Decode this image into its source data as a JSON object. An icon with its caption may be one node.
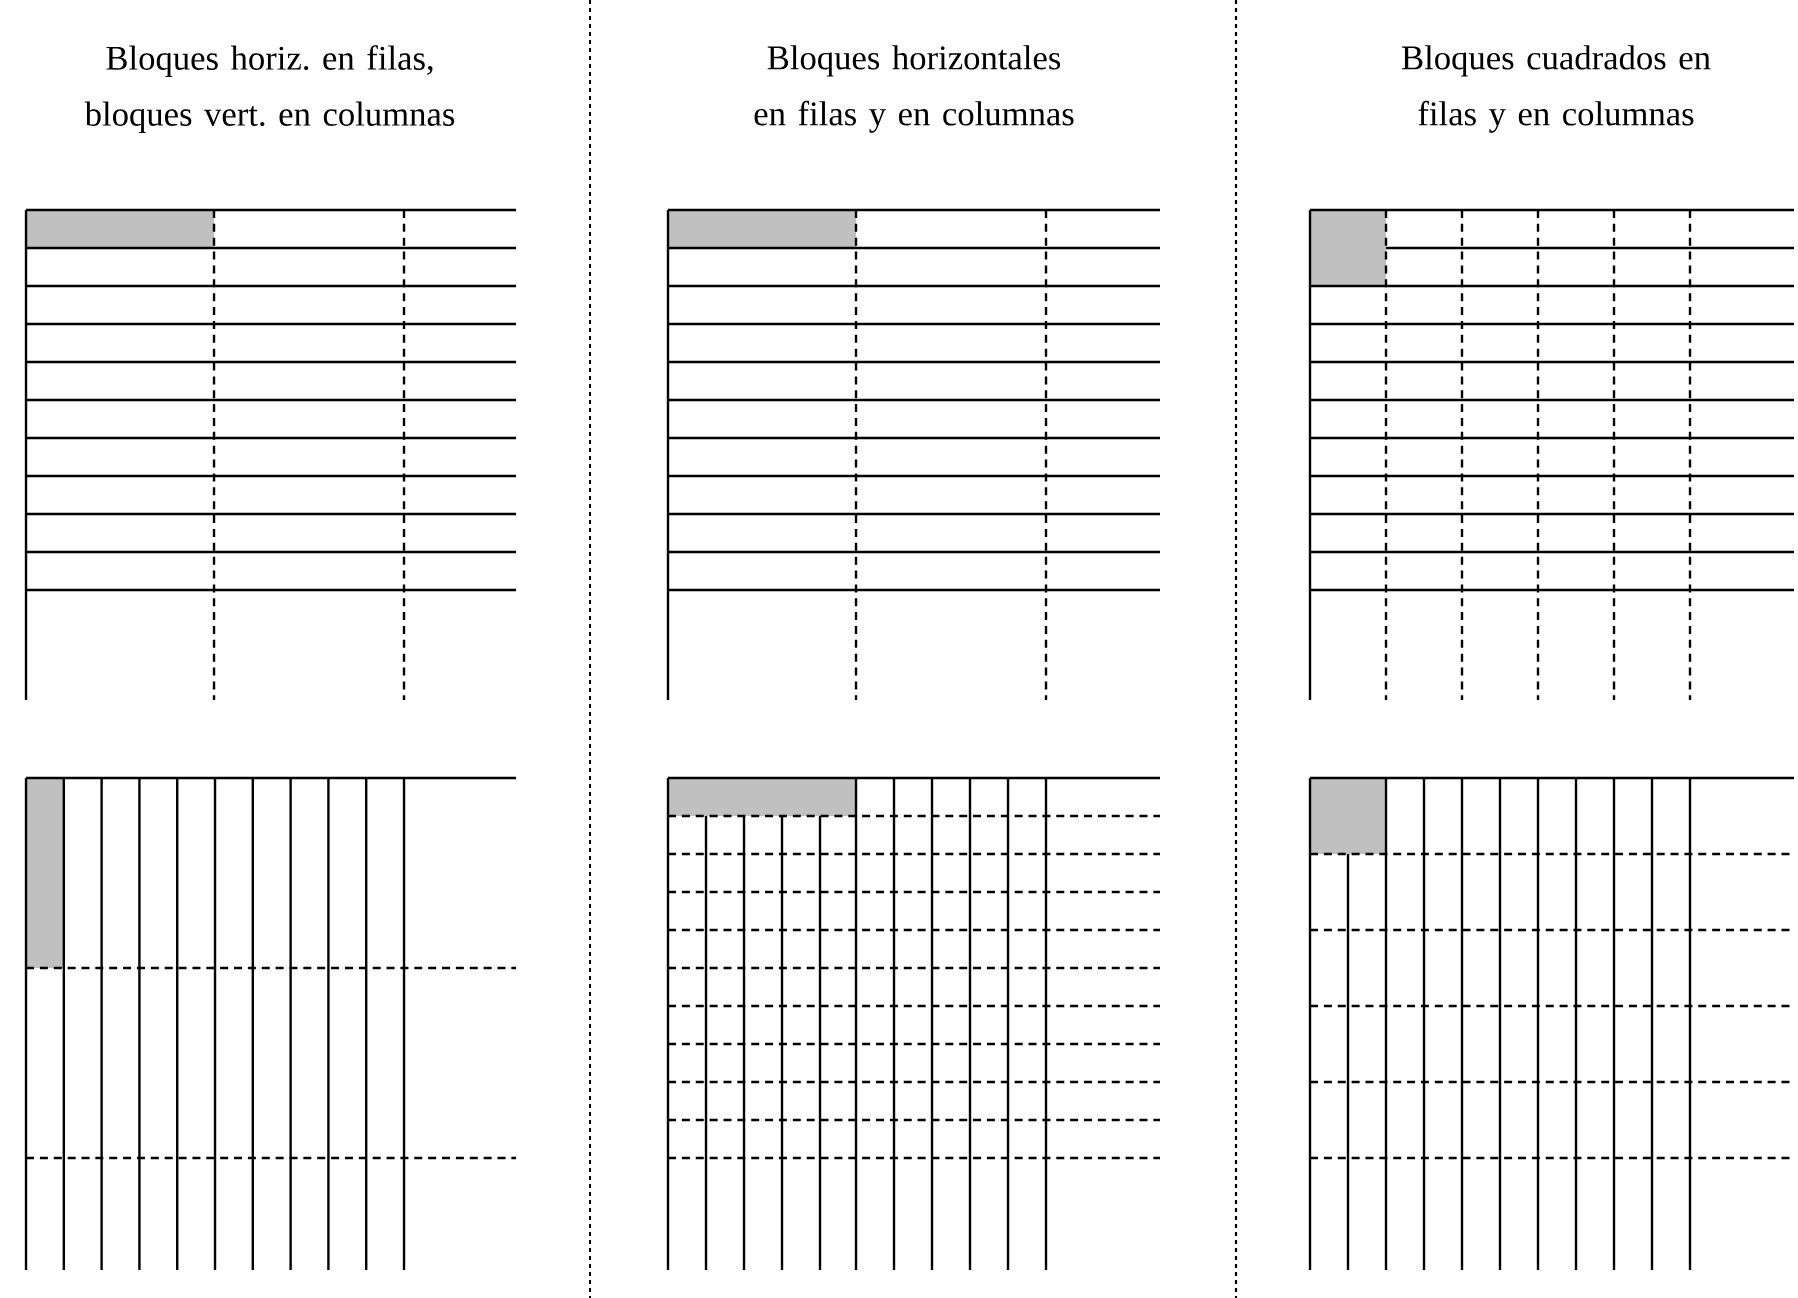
{
  "diagram": {
    "labels": [
      "Bloques horiz. en filas, bloques vert. en columnas",
      "Bloques horizontales en filas y en columnas",
      "Bloques cuadrados en filas y en columnas"
    ]
  }
}
